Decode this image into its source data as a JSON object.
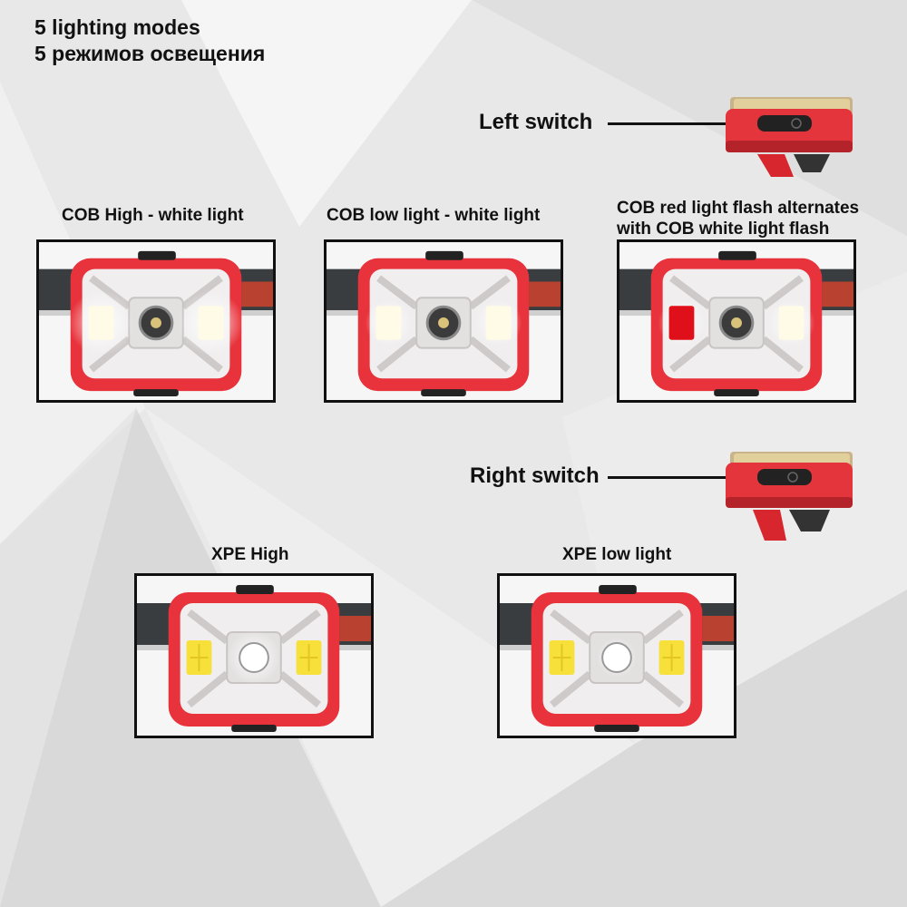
{
  "title": {
    "line1": "5 lighting modes",
    "line2": "5 режимов освещения"
  },
  "switches": {
    "left": "Left switch",
    "right": "Right switch"
  },
  "modes": [
    {
      "label": "COB High - white light",
      "left_led": "white",
      "center_led": "off",
      "right_led": "white",
      "brightness": "high"
    },
    {
      "label": "COB low light - white light",
      "left_led": "white",
      "center_led": "off",
      "right_led": "white",
      "brightness": "low"
    },
    {
      "label_line1": "COB red light flash alternates",
      "label_line2": "with COB white light flash",
      "left_led": "red",
      "center_led": "off",
      "right_led": "white",
      "brightness": "flash"
    },
    {
      "label": "XPE High",
      "left_led": "yellow",
      "center_led": "on",
      "right_led": "yellow",
      "brightness": "high"
    },
    {
      "label": "XPE low light",
      "left_led": "yellow",
      "center_led": "on",
      "right_led": "yellow",
      "brightness": "low"
    }
  ],
  "colors": {
    "housing_red": "#e8333c",
    "led_white": "#fffbe6",
    "led_red": "#e0101a",
    "led_yellow": "#f7e03a",
    "strap": "#3a3d40"
  }
}
